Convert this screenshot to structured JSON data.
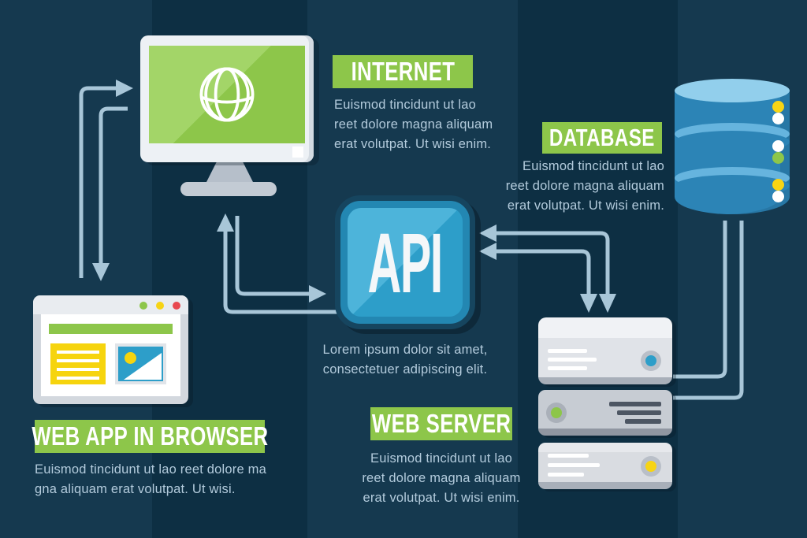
{
  "theme": {
    "bg_light": "#15394f",
    "bg_dark": "#0d2f43",
    "accent_green": "#8dc64a",
    "badge_text": "#ffffff",
    "body_text": "#b3cbdc",
    "arrow": "#a8c6d8",
    "api_fill": "#2d9ec9",
    "api_gloss": "#4db4da",
    "api_ring": "#2387b2",
    "api_edge": "#16455f",
    "db_body": "#2c84b6",
    "db_band": "#66b4de",
    "db_top": "#92cfec",
    "dot_yellow": "#f7d414",
    "dot_green": "#8dc64a",
    "dot_red": "#e8484f",
    "dot_blue": "#2d9ec9",
    "dot_white": "#ffffff"
  },
  "nodes": {
    "internet": {
      "label": "INTERNET",
      "description": "Euismod tincidunt ut lao\nreet dolore magna aliquam\nerat volutpat. Ut wisi enim."
    },
    "database": {
      "label": "DATABASE",
      "description": "Euismod tincidunt ut lao\nreet dolore magna aliquam\nerat volutpat. Ut wisi enim."
    },
    "api": {
      "label": "API",
      "description": "Lorem ipsum dolor sit amet,\nconsectetuer adipiscing elit."
    },
    "web_app": {
      "label": "WEB APP IN BROWSER",
      "description": "Euismod tincidunt ut lao reet dolore ma\ngna aliquam erat volutpat. Ut wisi."
    },
    "web_server": {
      "label": "WEB SERVER",
      "description": "Euismod tincidunt ut lao\nreet dolore magna aliquam\nerat volutpat. Ut wisi enim."
    }
  },
  "icons": {
    "globe": "wireframe-globe-on-green-monitor",
    "monitor": "desktop-computer",
    "browser": "web-page-window",
    "api": "glossy-rounded-square",
    "database": "blue-cylinder-stack",
    "server": "rack-unit-stack"
  },
  "connections": [
    {
      "from": "web_app",
      "to": "internet",
      "style": "arrow"
    },
    {
      "from": "internet",
      "to": "web_app",
      "style": "arrow"
    },
    {
      "from": "internet",
      "to": "api",
      "style": "arrow"
    },
    {
      "from": "api",
      "to": "internet",
      "style": "arrow"
    },
    {
      "from": "api",
      "to": "web_server",
      "style": "double-arrow"
    },
    {
      "from": "api",
      "to": "web_server",
      "style": "double-arrow"
    },
    {
      "from": "database",
      "to": "web_server",
      "style": "line"
    },
    {
      "from": "database",
      "to": "web_server",
      "style": "line"
    }
  ]
}
